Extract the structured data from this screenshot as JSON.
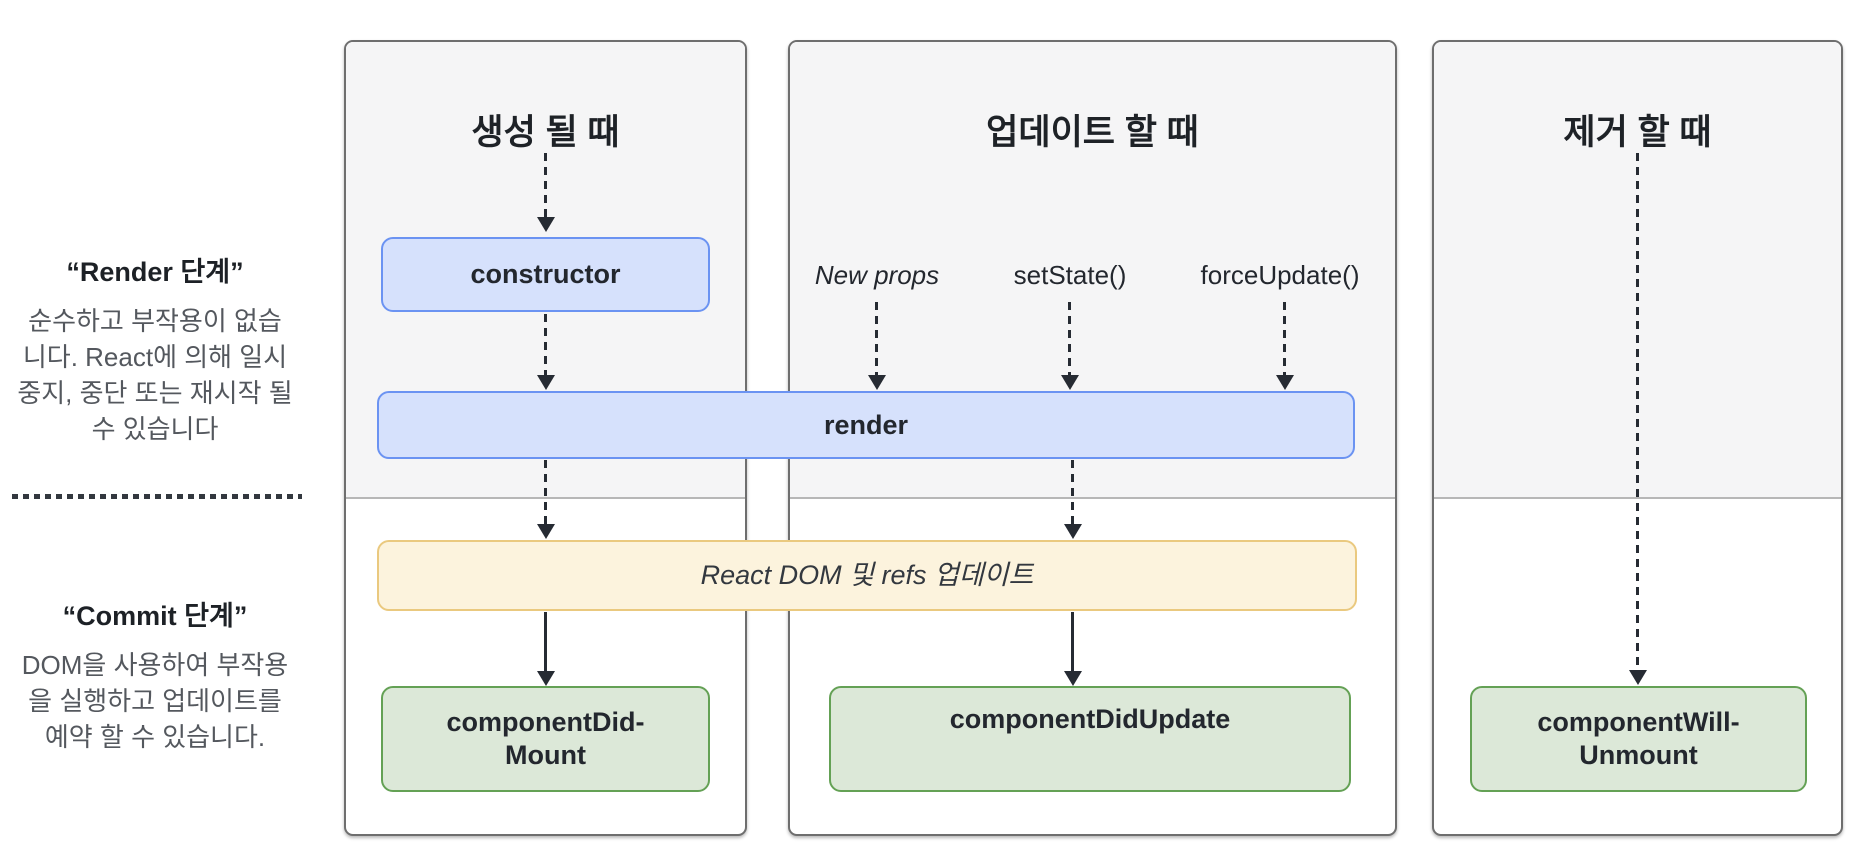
{
  "phases": {
    "render": {
      "title": "“Render 단계”",
      "description": "순수하고 부작용이 없습\n니다. React에 의해 일시\n중지, 중단 또는 재시작 될\n수 있습니다"
    },
    "commit": {
      "title": "“Commit 단계”",
      "description": "DOM을 사용하여 부작용\n을 실행하고 업데이트를\n예약 할 수 있습니다."
    }
  },
  "columns": {
    "mount": {
      "header": "생성 될 때"
    },
    "update": {
      "header": "업데이트 할 때",
      "triggers": [
        "New props",
        "setState()",
        "forceUpdate()"
      ]
    },
    "unmount": {
      "header": "제거 할 때"
    }
  },
  "boxes": {
    "constructor": "constructor",
    "render": "render",
    "react_dom_update": "React DOM 및 refs 업데이트",
    "component_did_mount": "componentDid-\nMount",
    "component_did_update": "componentDidUpdate",
    "component_will_unmount": "componentWill-\nUnmount"
  },
  "colors": {
    "blue_fill": "#d6e1fc",
    "blue_border": "#6b93f2",
    "yellow_fill": "#fcf3dd",
    "yellow_border": "#eac97f",
    "green_fill": "#dce8d8",
    "green_border": "#64a155",
    "panel_fill": "#f5f5f6",
    "panel_border": "#6e6e6e",
    "arrow": "#262b33",
    "text": "#23272e",
    "muted_text": "#54585e"
  }
}
